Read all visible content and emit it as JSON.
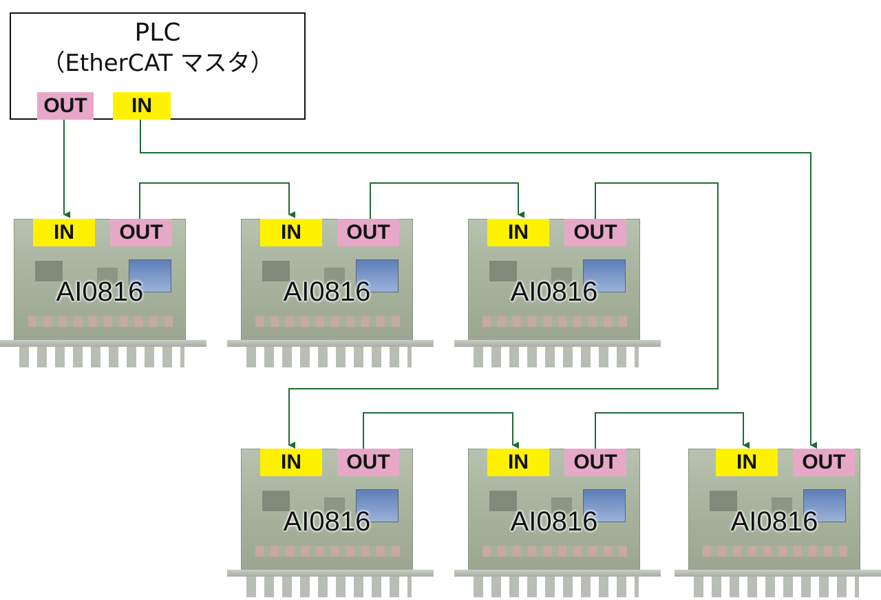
{
  "plc": {
    "title": "PLC",
    "subtitle": "（EtherCAT マスタ）",
    "out_label": "OUT",
    "in_label": "IN"
  },
  "modules": [
    {
      "name": "AI0816",
      "in_label": "IN",
      "out_label": "OUT"
    },
    {
      "name": "AI0816",
      "in_label": "IN",
      "out_label": "OUT"
    },
    {
      "name": "AI0816",
      "in_label": "IN",
      "out_label": "OUT"
    },
    {
      "name": "AI0816",
      "in_label": "IN",
      "out_label": "OUT"
    },
    {
      "name": "AI0816",
      "in_label": "IN",
      "out_label": "OUT"
    },
    {
      "name": "AI0816",
      "in_label": "IN",
      "out_label": "OUT"
    }
  ],
  "colors": {
    "wire": "#1e6b35",
    "in_port": "#fff200",
    "out_port": "#e7a8c8"
  }
}
